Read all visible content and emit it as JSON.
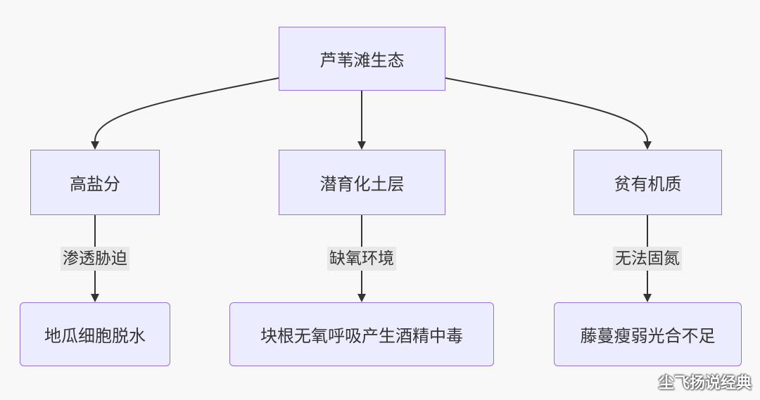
{
  "diagram": {
    "root": {
      "label": "芦苇滩生态"
    },
    "factors": [
      {
        "label": "高盐分",
        "edge_label": "渗透胁迫",
        "effect": "地瓜细胞脱水"
      },
      {
        "label": "潜育化土层",
        "edge_label": "缺氧环境",
        "effect": "块根无氧呼吸产生酒精中毒"
      },
      {
        "label": "贫有机质",
        "edge_label": "无法固氮",
        "effect": "藤蔓瘦弱光合不足"
      }
    ]
  },
  "watermark": "尘飞扬说经典",
  "colors": {
    "node_fill": "#ececff",
    "node_stroke": "#9370db",
    "edge": "#333333",
    "edge_label_bg": "#e8e8e8",
    "background": "#f8f8f8"
  }
}
